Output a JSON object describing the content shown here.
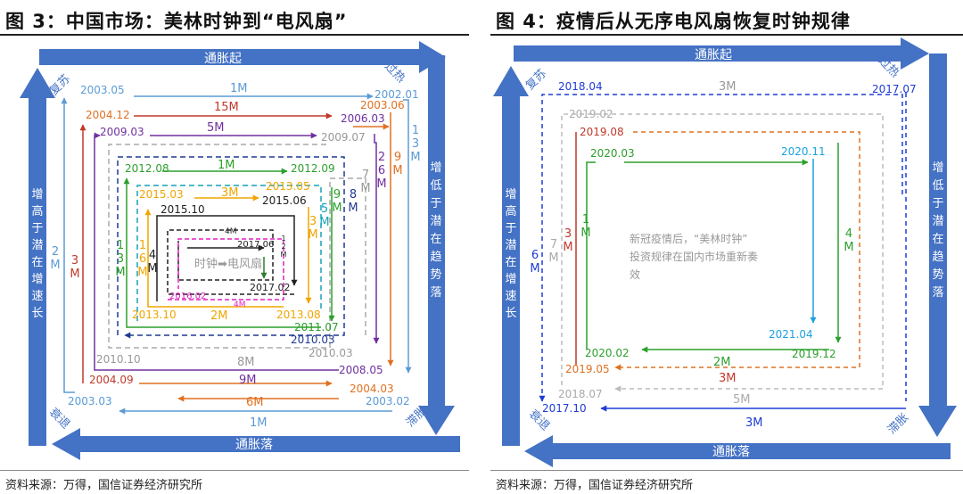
{
  "panels": [
    {
      "title": "图 3：中国市场：美林时钟到“电风扇”",
      "source": "资料来源：万得，国信证券经济研究所",
      "phases": {
        "top": "通胀起",
        "bottom": "通胀落",
        "left": "增高于潜在增速长",
        "right": "增低于潜在趋势落",
        "corner_tl": "复苏",
        "corner_tr": "过热",
        "corner_br": "滞胀",
        "corner_bl": "衰退"
      },
      "center_note": "时钟➡电风扇",
      "labels": {
        "d_2003_05": "2003.05",
        "d_2002_01": "2002.01",
        "d_2004_12": "2004.12",
        "d_2003_06": "2003.06",
        "d_2006_03": "2006.03",
        "d_2009_03": "2009.03",
        "d_2009_07": "2009.07",
        "d_2012_08": "2012.08",
        "d_2012_09": "2012.09",
        "d_2015_03": "2015.03",
        "d_2013_05": "2013.05",
        "d_2015_06": "2015.06",
        "d_2015_10": "2015.10",
        "d_2017_06": "2017.06",
        "d_2017_02": "2017.02",
        "d_2016_02": "2016.02",
        "d_2013_10": "2013.10",
        "d_2013_08": "2013.08",
        "d_2011_07": "2011.07",
        "d_2010_03": "2010.03",
        "d_2010_10": "2010.10",
        "d_2010_03b": "2010.03",
        "d_2008_05": "2008.05",
        "d_2004_09": "2004.09",
        "d_2004_03": "2004.03",
        "d_2003_03": "2003.03",
        "d_2003_02": "2003.02",
        "m_1M_top": "1M",
        "m_15M": "15M",
        "m_5M": "5M",
        "m_1M_g": "1M",
        "m_3M_y": "3M",
        "m_4M_s": "4M",
        "m_8M": "8M",
        "m_9M": "9M",
        "m_6M": "6M",
        "m_1M_bot": "1M",
        "m_2M_y": "2M",
        "m_4M_m": "4M",
        "v_2M": "2\nM",
        "v_3M_r": "3\nM",
        "v_13M": "1\n3\nM",
        "v_16M": "1\n6\nM",
        "v_4M": "4\nM",
        "v_12M": "1\n2\nM",
        "v_3M_y": "3\nM",
        "v_5M": "5\nM",
        "v_9M": "9\nM",
        "v_8M": "8\nM",
        "v_7M": "7\nM",
        "v_26M": "2\n6\nM",
        "v_9M_o": "9\nM",
        "v_13M_b": "1\n3\nM"
      }
    },
    {
      "title": "图 4：疫情后从无序电风扇恢复时钟规律",
      "source": "资料来源：万得，国信证券经济研究所",
      "phases": {
        "top": "通胀起",
        "bottom": "通胀落",
        "left": "增高于潜在增速长",
        "right": "增低于潜在趋势落",
        "corner_tl": "复苏",
        "corner_tr": "过热",
        "corner_br": "滞胀",
        "corner_bl": "衰退"
      },
      "center_note": "新冠疫情后，“美林时钟”投资规律在国内市场重新奏效",
      "labels": {
        "d_2018_04": "2018.04",
        "d_2017_07": "2017.07",
        "d_2019_02": "2019.02",
        "d_2019_08": "2019.08",
        "d_2020_03": "2020.03",
        "d_2020_11": "2020.11",
        "d_2021_04": "2021.04",
        "d_2020_02": "2020.02",
        "d_2019_12": "2019.12",
        "d_2019_05": "2019.05",
        "d_2018_07": "2018.07",
        "d_2017_10": "2017.10",
        "m_3M_top": "3M",
        "m_2M": "2M",
        "m_3M_r": "3M",
        "m_5M": "5M",
        "m_3M_bot": "3M",
        "v_6M": "6\nM",
        "v_7M": "7\nM",
        "v_3M": "3\nM",
        "v_1M": "1\nM",
        "v_4M": "4\nM"
      }
    }
  ]
}
